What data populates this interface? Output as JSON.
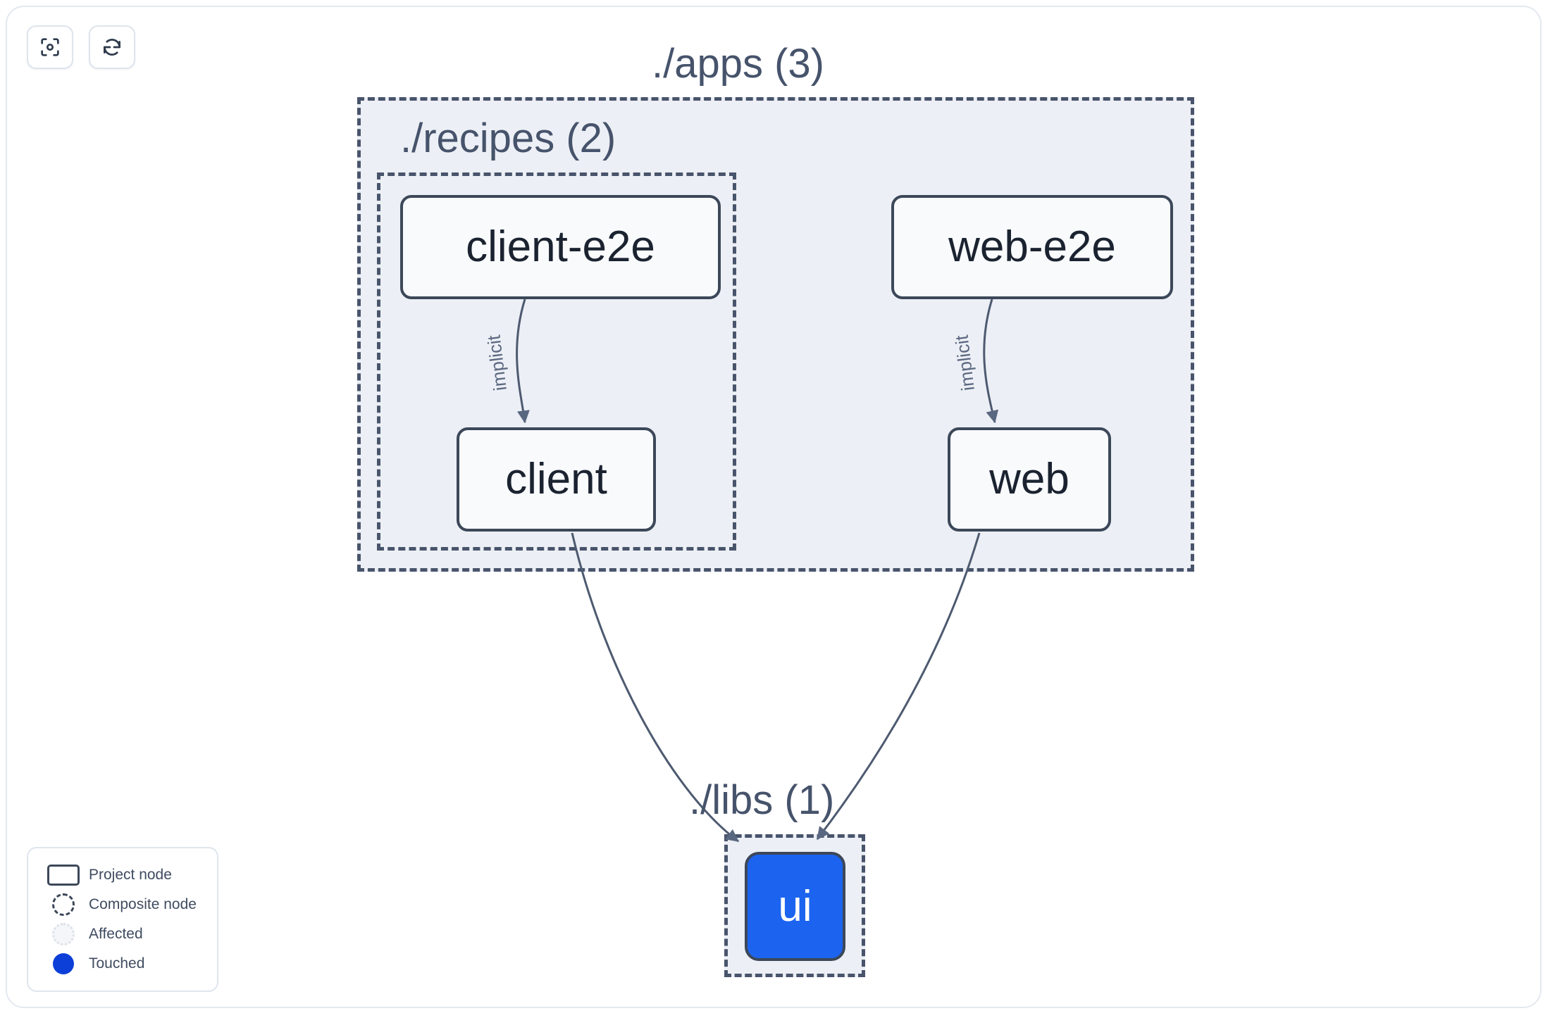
{
  "toolbar": {
    "buttons": [
      {
        "name": "focus-graph-button",
        "icon": "focus-target-icon",
        "label": "Focus graph"
      },
      {
        "name": "refresh-graph-button",
        "icon": "refresh-icon",
        "label": "Refresh graph"
      }
    ]
  },
  "graph": {
    "groups": [
      {
        "id": "apps",
        "label": "./apps (3)",
        "count": 3
      },
      {
        "id": "recipes",
        "label": "./recipes (2)",
        "count": 2
      },
      {
        "id": "libs",
        "label": "./libs (1)",
        "count": 1
      }
    ],
    "nodes": [
      {
        "id": "client-e2e",
        "label": "client-e2e",
        "group": "recipes",
        "state": "default"
      },
      {
        "id": "web-e2e",
        "label": "web-e2e",
        "group": "apps",
        "state": "default"
      },
      {
        "id": "client",
        "label": "client",
        "group": "recipes",
        "state": "default"
      },
      {
        "id": "web",
        "label": "web",
        "group": "apps",
        "state": "default"
      },
      {
        "id": "ui",
        "label": "ui",
        "group": "libs",
        "state": "touched"
      }
    ],
    "edges": [
      {
        "source": "client-e2e",
        "target": "client",
        "label": "implicit"
      },
      {
        "source": "web-e2e",
        "target": "web",
        "label": "implicit"
      },
      {
        "source": "client",
        "target": "ui",
        "label": ""
      },
      {
        "source": "web",
        "target": "ui",
        "label": ""
      }
    ]
  },
  "legend": {
    "items": [
      {
        "id": "project-node",
        "label": "Project node"
      },
      {
        "id": "composite-node",
        "label": "Composite node"
      },
      {
        "id": "affected",
        "label": "Affected"
      },
      {
        "id": "touched",
        "label": "Touched"
      }
    ]
  },
  "colors": {
    "touched": "#1c64ef",
    "legend_touched_dot": "#0c3fd8",
    "node_border": "#3c4859",
    "node_fill": "#f8fafc",
    "group_fill": "#eceff5",
    "group_border": "#48546b",
    "edge": "#4d5a70",
    "label_text": "#46536b",
    "background": "#ffffff"
  }
}
